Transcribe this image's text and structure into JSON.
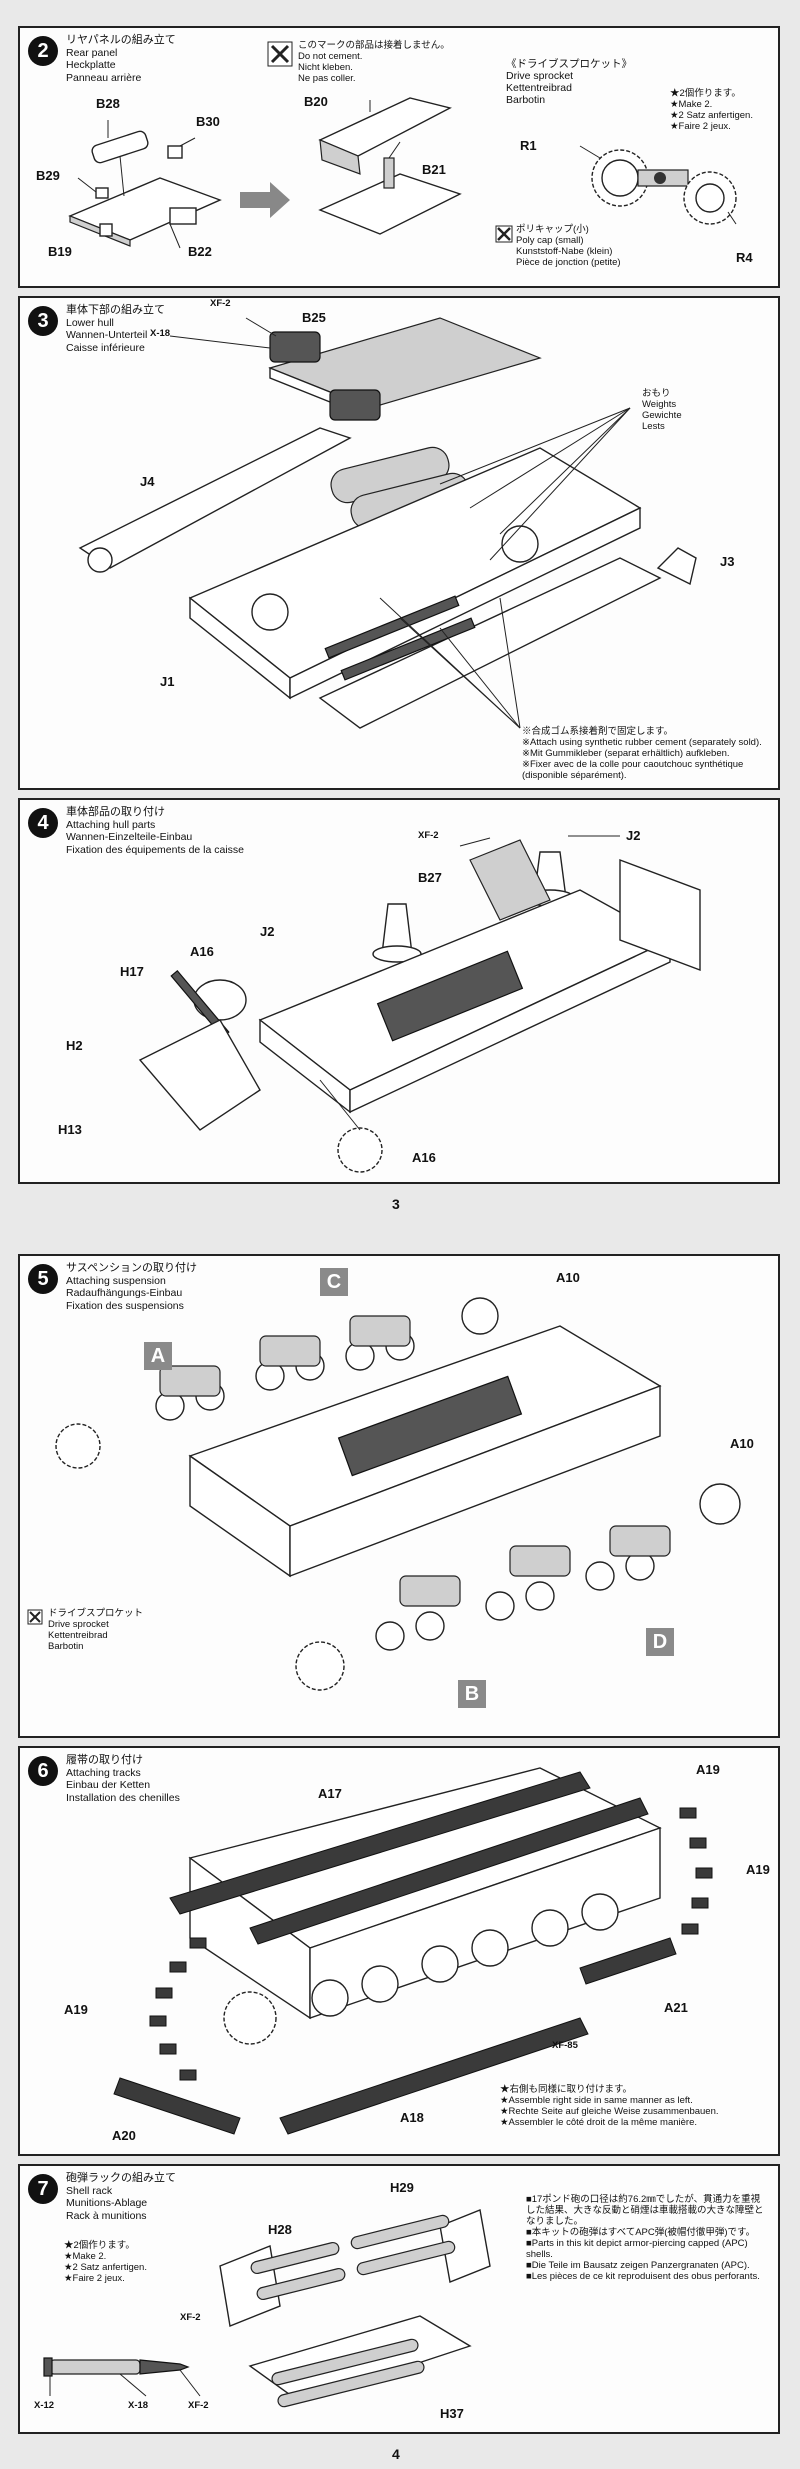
{
  "step2": {
    "no": "2",
    "title_jp": "リヤパネルの組み立て",
    "title_en": "Rear panel",
    "title_de": "Heckplatte",
    "title_fr": "Panneau arrière",
    "nocement_jp": "このマークの部品は接着しません。",
    "nocement_en": "Do not cement.",
    "nocement_de": "Nicht kleben.",
    "nocement_fr": "Ne pas coller.",
    "sprocket_jp": "《ドライブスプロケット》",
    "sprocket_en": "Drive sprocket",
    "sprocket_de": "Kettentreibrad",
    "sprocket_fr": "Barbotin",
    "make_jp": "★2個作ります。",
    "make_en": "★Make 2.",
    "make_de": "★2 Satz anfertigen.",
    "make_fr": "★Faire 2 jeux.",
    "polycap_jp": "ポリキャップ(小)",
    "polycap_en": "Poly cap (small)",
    "polycap_de": "Kunststoff-Nabe (klein)",
    "polycap_fr": "Pièce de jonction (petite)",
    "parts": {
      "b28": "B28",
      "b30": "B30",
      "b29": "B29",
      "b19": "B19",
      "b22": "B22",
      "b20": "B20",
      "b21": "B21",
      "r1": "R1",
      "r4": "R4"
    }
  },
  "step3": {
    "no": "3",
    "title_jp": "車体下部の組み立て",
    "title_en": "Lower hull",
    "title_de": "Wannen-Unterteil",
    "title_fr": "Caisse inférieure",
    "weights_jp": "おもり",
    "weights_en": "Weights",
    "weights_de": "Gewichte",
    "weights_fr": "Lests",
    "note_jp": "※合成ゴム系接着剤で固定します。",
    "note_en": "※Attach using synthetic rubber cement (separately sold).",
    "note_de": "※Mit Gummikleber (separat erhältlich) aufkleben.",
    "note_fr": "※Fixer avec de la colle pour caoutchouc synthétique (disponible séparément).",
    "parts": {
      "x18": "X-18",
      "xf2": "XF-2",
      "b25": "B25",
      "j4": "J4",
      "j3": "J3",
      "j1": "J1"
    }
  },
  "step4": {
    "no": "4",
    "title_jp": "車体部品の取り付け",
    "title_en": "Attaching hull parts",
    "title_de": "Wannen-Einzelteile-Einbau",
    "title_fr": "Fixation des équipements de la caisse",
    "parts": {
      "xf2": "XF-2",
      "j2a": "J2",
      "b27": "B27",
      "j2b": "J2",
      "a16a": "A16",
      "h17": "H17",
      "h2": "H2",
      "h13": "H13",
      "a16b": "A16"
    }
  },
  "page3": "3",
  "step5": {
    "no": "5",
    "title_jp": "サスペンションの取り付け",
    "title_en": "Attaching suspension",
    "title_de": "Radaufhängungs-Einbau",
    "title_fr": "Fixation des suspensions",
    "sprocket_jp": "ドライブスプロケット",
    "sprocket_en": "Drive sprocket",
    "sprocket_de": "Kettentreibrad",
    "sprocket_fr": "Barbotin",
    "parts": {
      "a10a": "A10",
      "a10b": "A10"
    },
    "boxes": {
      "a": "A",
      "b": "B",
      "c": "C",
      "d": "D"
    }
  },
  "step6": {
    "no": "6",
    "title_jp": "履帯の取り付け",
    "title_en": "Attaching tracks",
    "title_de": "Einbau der Ketten",
    "title_fr": "Installation des chenilles",
    "note_jp": "★右側も同様に取り付けます。",
    "note_en": "★Assemble right side in same manner as left.",
    "note_de": "★Rechte Seite auf gleiche Weise zusammenbauen.",
    "note_fr": "★Assembler le côté droit de la même manière.",
    "parts": {
      "a17": "A17",
      "a19a": "A19",
      "a19b": "A19",
      "a19c": "A19",
      "a21": "A21",
      "xf85": "XF-85",
      "a18": "A18",
      "a20": "A20"
    }
  },
  "step7": {
    "no": "7",
    "title_jp": "砲弾ラックの組み立て",
    "title_en": "Shell rack",
    "title_de": "Munitions-Ablage",
    "title_fr": "Rack à munitions",
    "make_jp": "★2個作ります。",
    "make_en": "★Make 2.",
    "make_de": "★2 Satz anfertigen.",
    "make_fr": "★Faire 2 jeux.",
    "info_jp": "■17ポンド砲の口径は約76.2㎜でしたが、貫通力を重視した結果、大きな反動と硝煙は車載搭載の大きな障壁となりました。",
    "info_jp2": "■本キットの砲弾はすべてAPC弾(被帽付徹甲弾)です。",
    "info_en": "■Parts in this kit depict armor-piercing capped (APC) shells.",
    "info_de": "■Die Teile im Bausatz zeigen Panzergranaten (APC).",
    "info_fr": "■Les pièces de ce kit reproduisent des obus perforants.",
    "parts": {
      "h28": "H28",
      "h29": "H29",
      "h37": "H37",
      "xf2a": "XF-2",
      "x12": "X-12",
      "x18": "X-18",
      "xf2b": "XF-2"
    }
  },
  "page4": "4"
}
